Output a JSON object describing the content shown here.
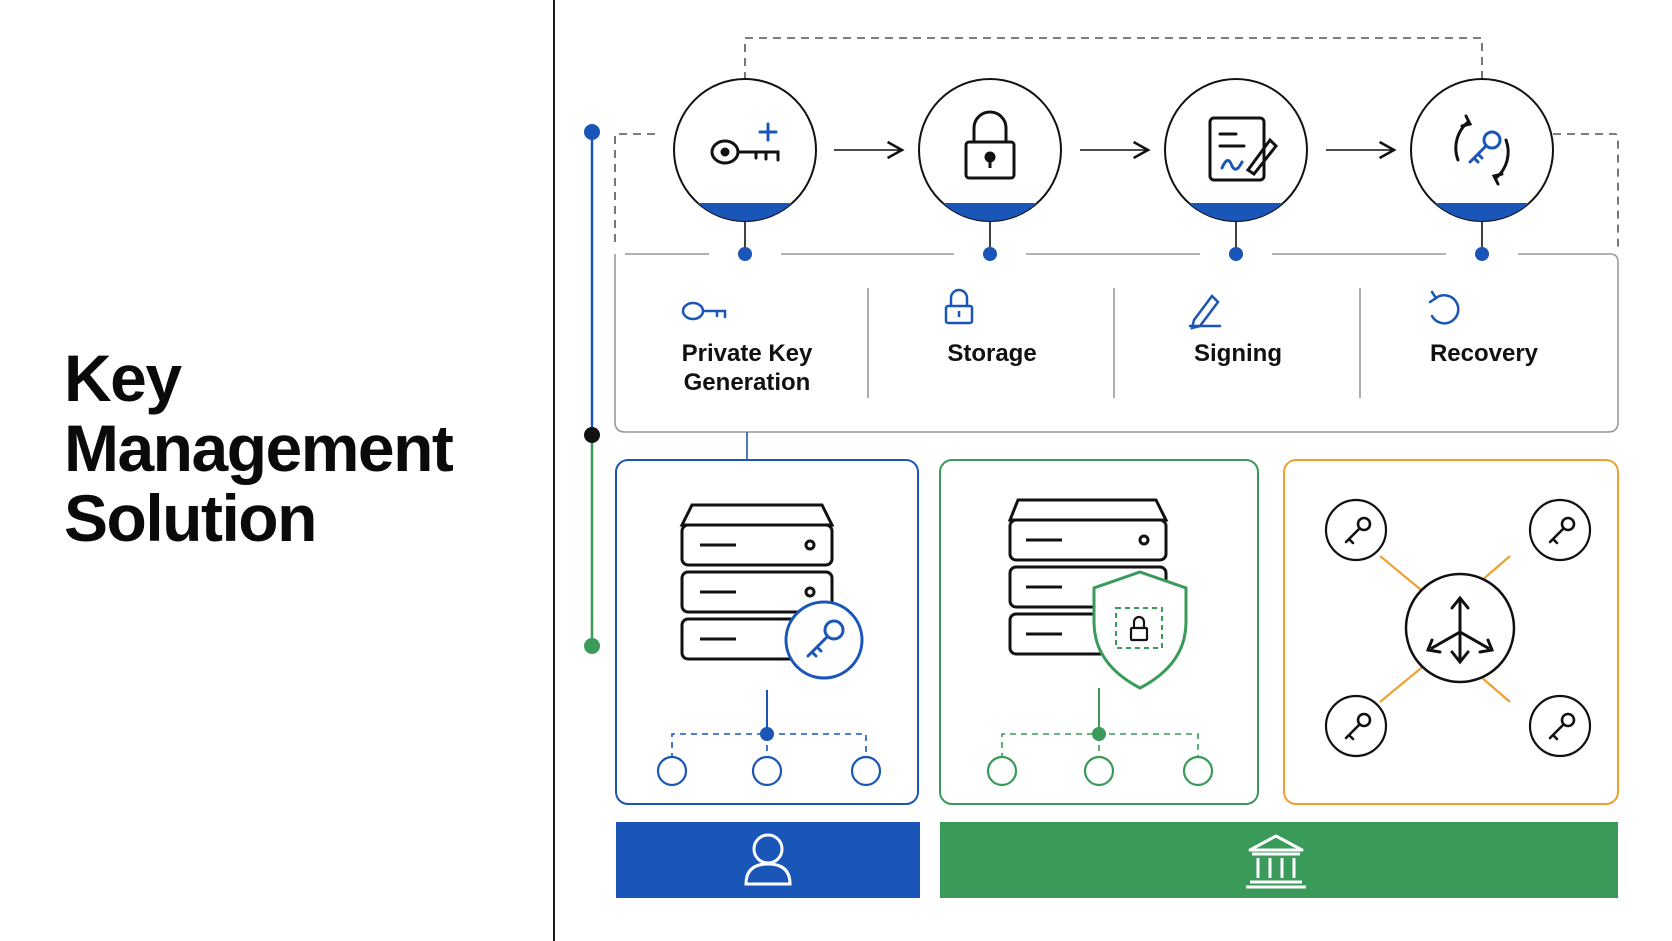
{
  "title": {
    "lines": [
      "Key",
      "Management",
      "Solution"
    ]
  },
  "stages": [
    {
      "label_lines": [
        "Private Key",
        "Generation"
      ],
      "icon": "key-plus-icon",
      "small_icon": "key-icon"
    },
    {
      "label_lines": [
        "Storage"
      ],
      "icon": "padlock-icon",
      "small_icon": "lock-icon"
    },
    {
      "label_lines": [
        "Signing"
      ],
      "icon": "document-signature-icon",
      "small_icon": "pen-icon"
    },
    {
      "label_lines": [
        "Recovery"
      ],
      "icon": "key-recovery-icon",
      "small_icon": "refresh-icon"
    }
  ],
  "panels": [
    {
      "name": "individual-key-server",
      "icon": "server-key-icon",
      "color": "#1a56b8"
    },
    {
      "name": "institutional-secured-server",
      "icon": "server-shield-icon",
      "color": "#3a9a5a"
    },
    {
      "name": "distributed-key-network",
      "icon": "distributed-keys-icon",
      "color": "#f0a030"
    }
  ],
  "footer": [
    {
      "name": "individual-user",
      "icon": "user-icon",
      "color": "#1a56b8"
    },
    {
      "name": "institution",
      "icon": "bank-icon",
      "color": "#3a9a5a"
    }
  ],
  "colors": {
    "blue": "#1a56b8",
    "green": "#3a9a5a",
    "orange": "#f0a030",
    "ink": "#111111"
  }
}
